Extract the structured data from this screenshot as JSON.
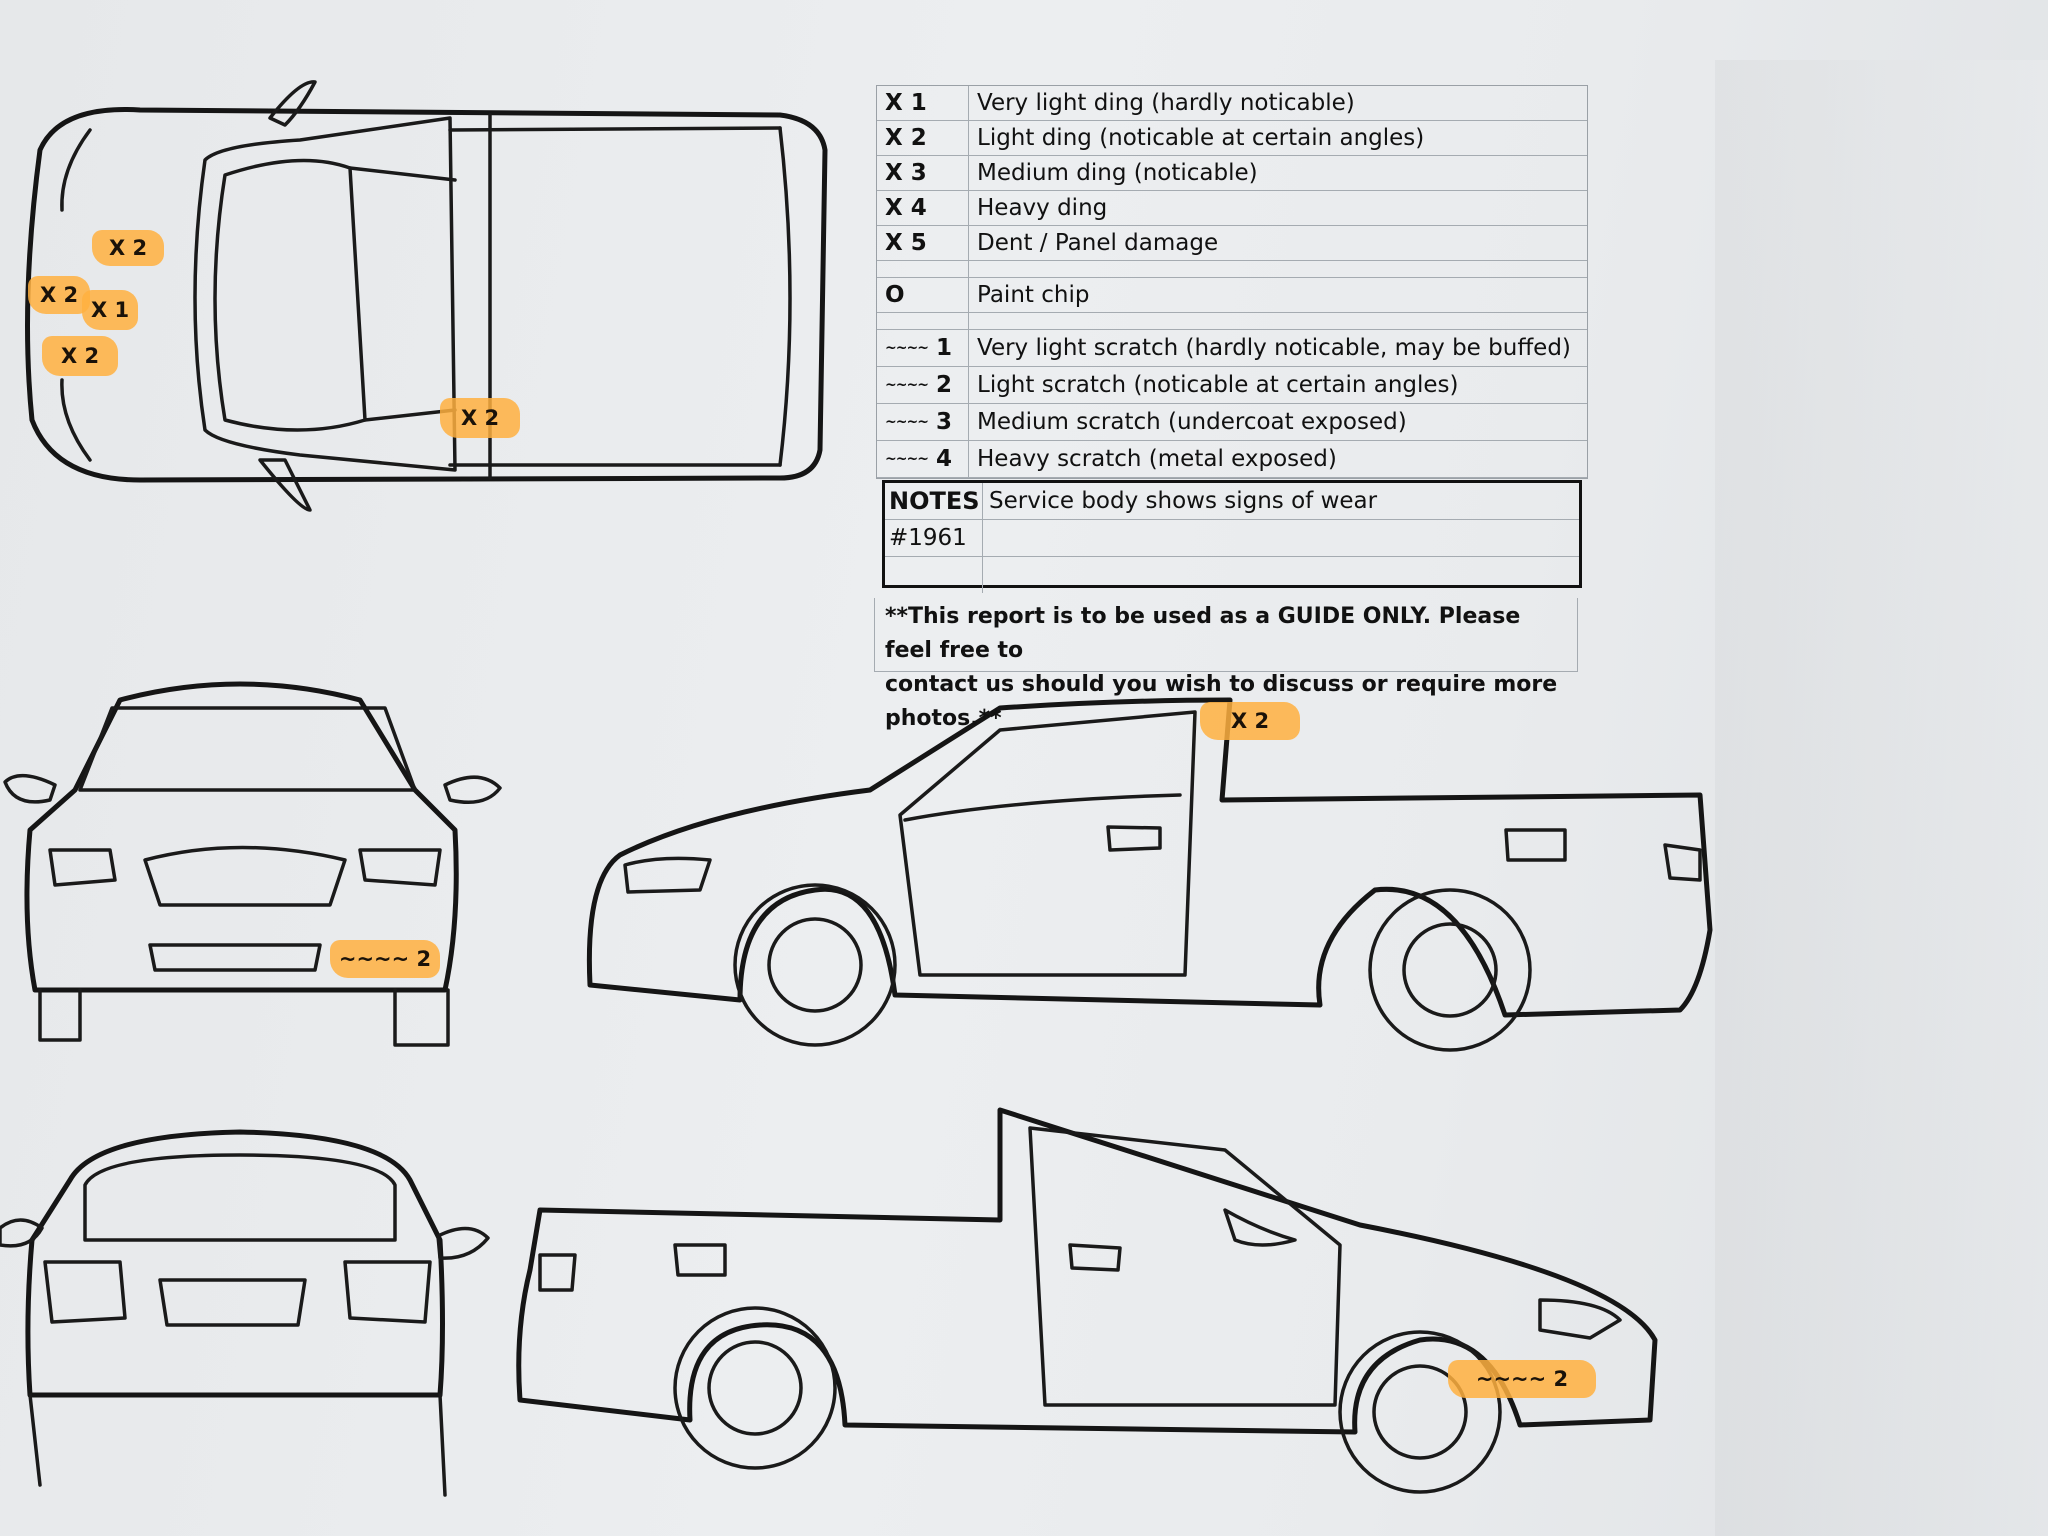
{
  "legend": {
    "dings": [
      {
        "code": "X 1",
        "desc": "Very light ding (hardly noticable)"
      },
      {
        "code": "X 2",
        "desc": "Light ding (noticable at certain angles)"
      },
      {
        "code": "X 3",
        "desc": "Medium ding (noticable)"
      },
      {
        "code": "X 4",
        "desc": "Heavy ding"
      },
      {
        "code": "X 5",
        "desc": "Dent / Panel damage"
      }
    ],
    "chip": {
      "code": "O",
      "desc": "Paint chip"
    },
    "scratches": [
      {
        "squiggle": "~~~~",
        "num": "1",
        "desc": "Very light scratch (hardly noticable, may be buffed)"
      },
      {
        "squiggle": "~~~~",
        "num": "2",
        "desc": "Light scratch (noticable at certain angles)"
      },
      {
        "squiggle": "~~~~",
        "num": "3",
        "desc": "Medium scratch (undercoat exposed)"
      },
      {
        "squiggle": "~~~~",
        "num": "4",
        "desc": "Heavy scratch (metal exposed)"
      }
    ]
  },
  "notes": {
    "label": "NOTES",
    "text": "Service body shows signs of wear",
    "ref": "#1961"
  },
  "disclaimer": {
    "line1": "**This report is to be used as a GUIDE ONLY. Please feel free to",
    "line2": "contact us should you wish to discuss or require more photos.**"
  },
  "marks": {
    "top_hood": "X 2",
    "top_left": "X 2",
    "top_x1": "X 1",
    "top_lower": "X 2",
    "top_door": "X 2",
    "side_roof": "X 2",
    "front_bumper": "~~~~ 2",
    "rear_side_wheel": "~~~~ 2"
  },
  "colors": {
    "highlight": "#ffb040",
    "line": "#151515",
    "paper": "#eceef0"
  }
}
